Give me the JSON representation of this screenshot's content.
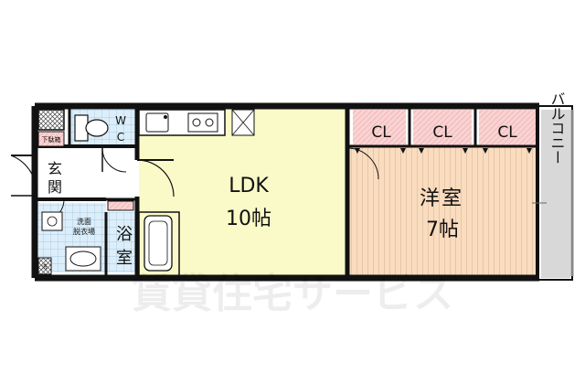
{
  "rooms": {
    "ldk": {
      "name": "LDK",
      "size": "10帖"
    },
    "western": {
      "name_1": "洋",
      "name_2": "室",
      "size": "7帖"
    },
    "bath": {
      "name_1": "浴",
      "name_2": "室"
    },
    "entrance": {
      "name_1": "玄",
      "name_2": "関"
    },
    "wc": {
      "label_1": "W",
      "label_2": "C"
    },
    "washroom": {
      "label_1": "洗面",
      "label_2": "脱衣場"
    },
    "balcony": {
      "label": "バルコニー"
    },
    "closets": [
      "CL",
      "CL",
      "CL"
    ],
    "shoe_box": "下駄箱",
    "washer": "洗"
  },
  "watermark": "賃貸住宅サービス",
  "colors": {
    "ldk_floor": "#fafac8",
    "western_floor": "#fadcbe",
    "closet_fill": "#fad2d2",
    "wet_fill": "#dceefa",
    "balcony_fill": "#d8d8d8",
    "wall": "#111111"
  }
}
